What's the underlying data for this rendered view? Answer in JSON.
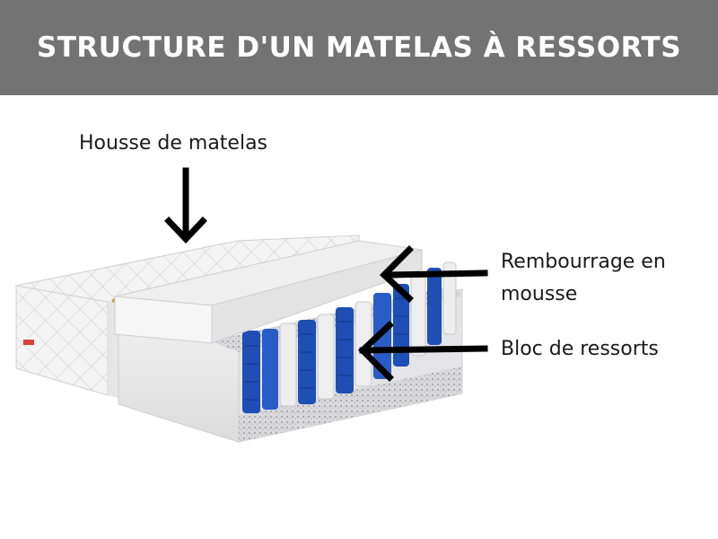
{
  "header": {
    "title": "STRUCTURE D'UN MATELAS À RESSORTS"
  },
  "labels": {
    "cover": "Housse de matelas",
    "foam": "Rembourrage en mousse",
    "springs": "Bloc de ressorts"
  },
  "colors": {
    "banner": "#737373",
    "spring_blue": "#1f4fb5",
    "spring_white": "#eeeeee",
    "arrow": "#000000"
  }
}
